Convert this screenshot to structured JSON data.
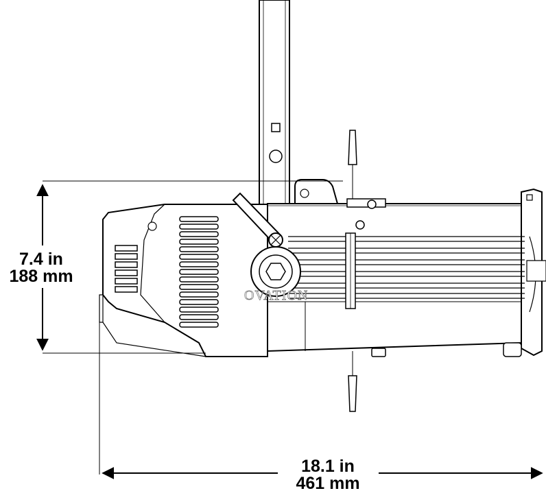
{
  "dimensions": {
    "height": {
      "imperial": "7.4 in",
      "metric": "188 mm"
    },
    "length": {
      "imperial": "18.1 in",
      "metric": "461 mm"
    }
  },
  "product": {
    "brand_label": "OVATION"
  }
}
